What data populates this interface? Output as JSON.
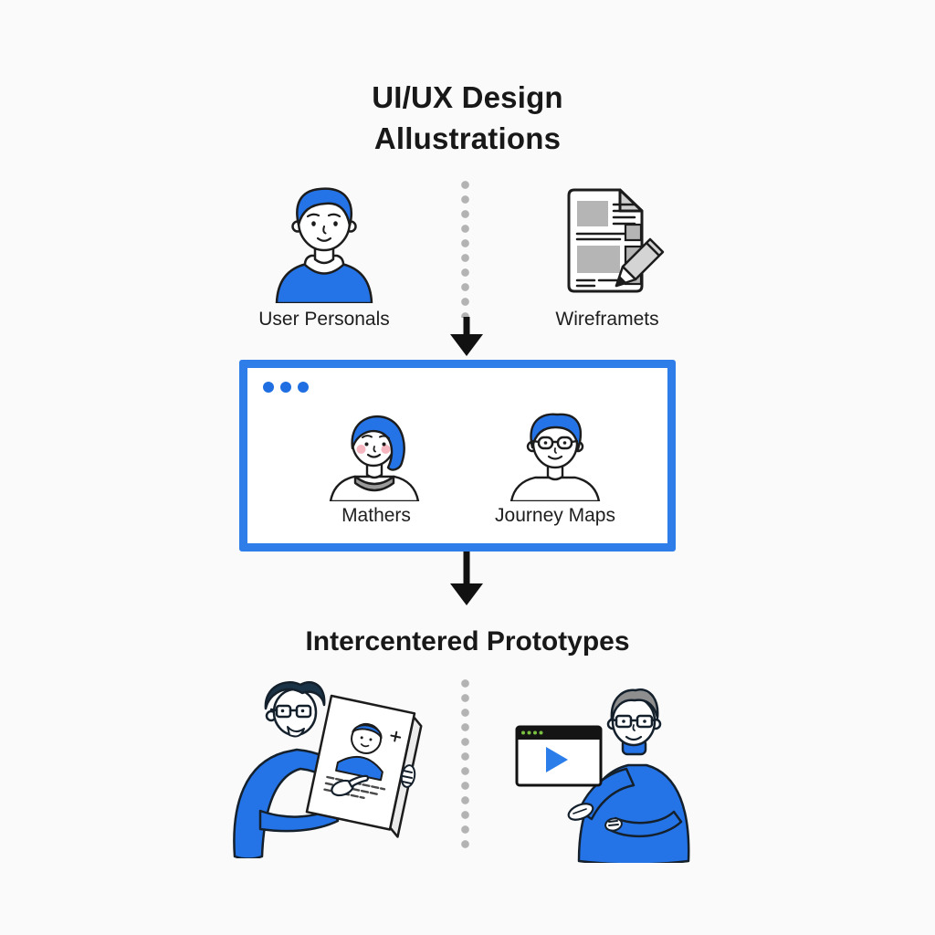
{
  "title": {
    "line1": "UI/UX Design",
    "line2": "Allustrations"
  },
  "top_row": {
    "left": {
      "icon": "user-persona-avatar-icon",
      "label": "User Personals"
    },
    "right": {
      "icon": "wireframe-document-pencil-icon",
      "label": "Wireframets"
    }
  },
  "flow": {
    "divider_style": "gray-dotted-vertical-line",
    "arrows": [
      "down-arrow-into-box",
      "down-arrow-out-of-box"
    ]
  },
  "browser_box": {
    "window_controls": "three-blue-dots",
    "items": [
      {
        "icon": "woman-avatar-icon",
        "label": "Mathers"
      },
      {
        "icon": "boy-glasses-avatar-icon",
        "label": "Journey Maps"
      }
    ]
  },
  "section_heading": "Intercentered Prototypes",
  "bottom_row": {
    "left": {
      "icon": "man-holding-persona-card-illustration"
    },
    "right": {
      "icon": "man-presenting-video-window-illustration"
    }
  },
  "colors": {
    "accent_blue": "#2474e8",
    "box_border_blue": "#2e7de9",
    "dot_gray": "#b3b3b3",
    "background": "#fafafa",
    "text_dark": "#1b1b1b",
    "wireframe_gray": "#b5b5b5",
    "titlebar_black": "#141414",
    "green_dot": "#7ac142",
    "blush_pink": "#f5b6bf",
    "dark_hair_navy": "#1b3347",
    "gray_hair": "#8e8e8e"
  }
}
